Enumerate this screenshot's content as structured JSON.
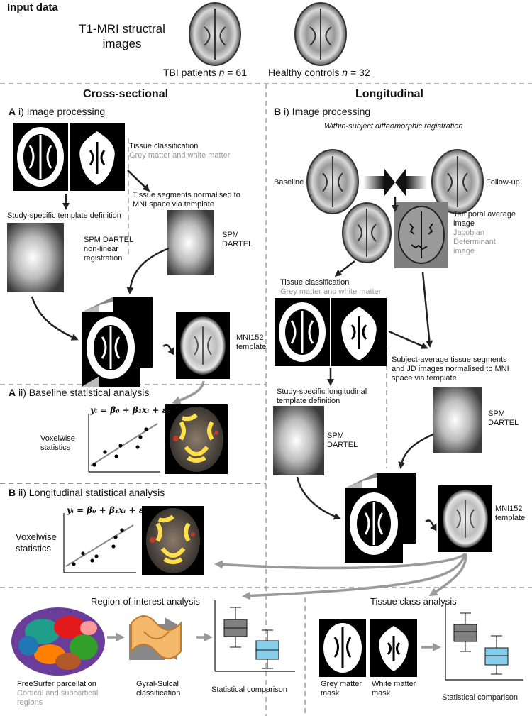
{
  "input": {
    "heading": "Input data",
    "subtitle_line1": "T1-MRI structral",
    "subtitle_line2": "images",
    "tbi_label": "TBI patients",
    "tbi_n": "n",
    "tbi_value": "= 61",
    "hc_label": "Healthy controls",
    "hc_n": "n",
    "hc_value": "= 32"
  },
  "cross": {
    "heading": "Cross-sectional",
    "ai_letter": "A",
    "ai_title": "i) Image processing",
    "tissue_class": "Tissue classification",
    "tissue_class_sub": "Grey matter and white matter",
    "segments_line1": "Tissue segments normalised to",
    "segments_line2": "MNI space via template",
    "template_def": "Study-specific template definition",
    "dartel1_line1": "SPM DARTEL",
    "dartel1_line2": "non-linear",
    "dartel1_line3": "registration",
    "dartel2_line1": "SPM",
    "dartel2_line2": "DARTEL",
    "mni_line1": "MNI152",
    "mni_line2": "template",
    "aii_letter": "A",
    "aii_title": "ii) Baseline statistical analysis",
    "voxel_line1": "Voxelwise",
    "voxel_line2": "statistics",
    "equation": "yᵢ = β₀ + β₁xᵢ + εᵢ"
  },
  "long": {
    "heading": "Longitudinal",
    "bi_letter": "B",
    "bi_title": "i) Image processing",
    "within": "Within-subject diffeomorphic registration",
    "baseline": "Baseline",
    "followup": "Follow-up",
    "temporal_line1": "Temporal average",
    "temporal_line2": "image",
    "jd_line1": "Jacobian",
    "jd_line2": "Determinant",
    "jd_line3": "image",
    "tissue_class": "Tissue classification",
    "tissue_class_sub": "Grey matter and white matter",
    "subj_line1": "Subject-average tissue segments",
    "subj_line2": "and JD images normalised to MNI",
    "subj_line3": "space via template",
    "long_template_line1": "Study-specific longitudinal",
    "long_template_line2": "template definition",
    "dartel1_line1": "SPM",
    "dartel1_line2": "DARTEL",
    "dartel2_line1": "SPM",
    "dartel2_line2": "DARTEL",
    "mni_line1": "MNI152",
    "mni_line2": "template",
    "bii_letter": "B",
    "bii_title": "ii) Longitudinal statistical analysis",
    "voxel_line1": "Voxelwise",
    "voxel_line2": "statistics",
    "equation": "yᵢ = β₀ + β₁xᵢ + εᵢ"
  },
  "roi": {
    "heading": "Region-of-interest analysis",
    "fs_line1": "FreeSurfer parcellation",
    "fs_sub1": "Cortical and subcortical",
    "fs_sub2": "regions",
    "gyral_line1": "Gyral-Sulcal",
    "gyral_line2": "classification",
    "stat": "Statistical comparison"
  },
  "tissue": {
    "heading": "Tissue class analysis",
    "gm_line1": "Grey matter",
    "gm_line2": "mask",
    "wm_line1": "White matter",
    "wm_line2": "mask",
    "stat": "Statistical comparison"
  },
  "colors": {
    "box_dark": "#808080",
    "box_light": "#87ceeb",
    "arrow": "#222222",
    "arrow_grey": "#9a9a9a",
    "divider": "#888888"
  }
}
